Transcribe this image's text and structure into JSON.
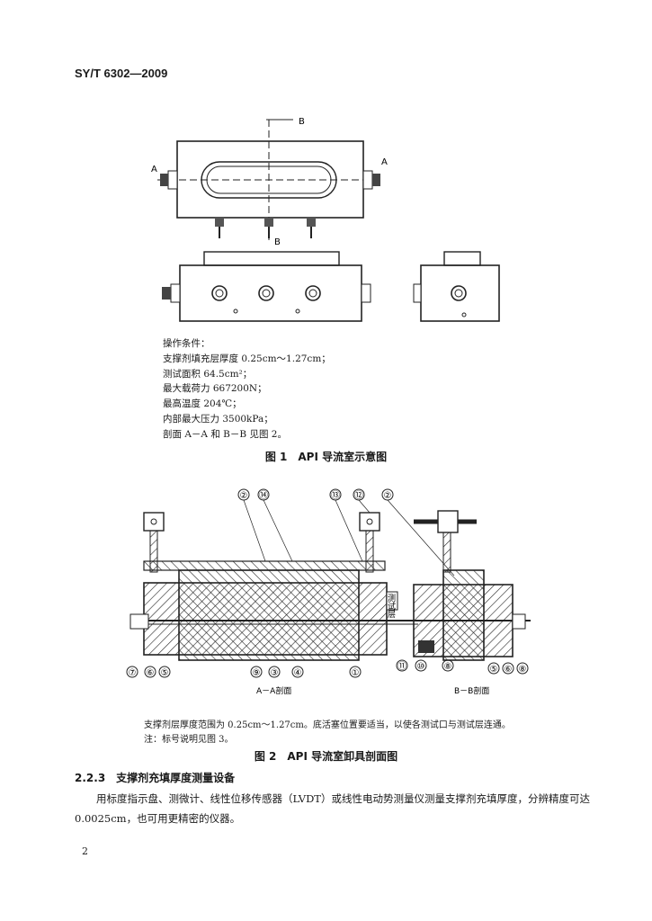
{
  "header": {
    "standard": "SY/T 6302—2009"
  },
  "figure1": {
    "labels": {
      "a_left": "A",
      "a_right": "A",
      "b_top": "B",
      "b_bottom": "B"
    },
    "conditions": [
      "操作条件：",
      "支撑剂填充层厚度 0.25cm～1.27cm；",
      "测试面积 64.5cm²；",
      "最大载荷力 667200N；",
      "最高温度 204℃；",
      "内部最大压力 3500kPa；",
      "剖面 A－A 和 B－B 见图 2。"
    ],
    "caption": "图 1　API 导流室示意图"
  },
  "figure2": {
    "callouts": [
      "②",
      "⑭",
      "⑬",
      "⑫",
      "②",
      "⑦",
      "⑥",
      "⑤",
      "⑨",
      "③",
      "④",
      "①",
      "⑪",
      "⑩",
      "⑧",
      "⑤",
      "⑥",
      "⑧"
    ],
    "section_aa": "A－A剖面",
    "section_bb": "B－B剖面",
    "test_layer": "测试层",
    "notes": [
      "支撑剂层厚度范围为 0.25cm～1.27cm。底活塞位置要适当，以使各测试口与测试层连通。",
      "注：标号说明见图 3。"
    ],
    "caption": "图 2　API 导流室卸具剖面图"
  },
  "section": {
    "number": "2.2.3",
    "title": "支撑剂充填厚度测量设备",
    "heading": "2.2.3　支撑剂充填厚度测量设备",
    "paragraph": "用标度指示盘、测微计、线性位移传感器（LVDT）或线性电动势测量仪测量支撑剂充填厚度，分辨精度可达 0.0025cm，也可用更精密的仪器。"
  },
  "page_number": "2"
}
